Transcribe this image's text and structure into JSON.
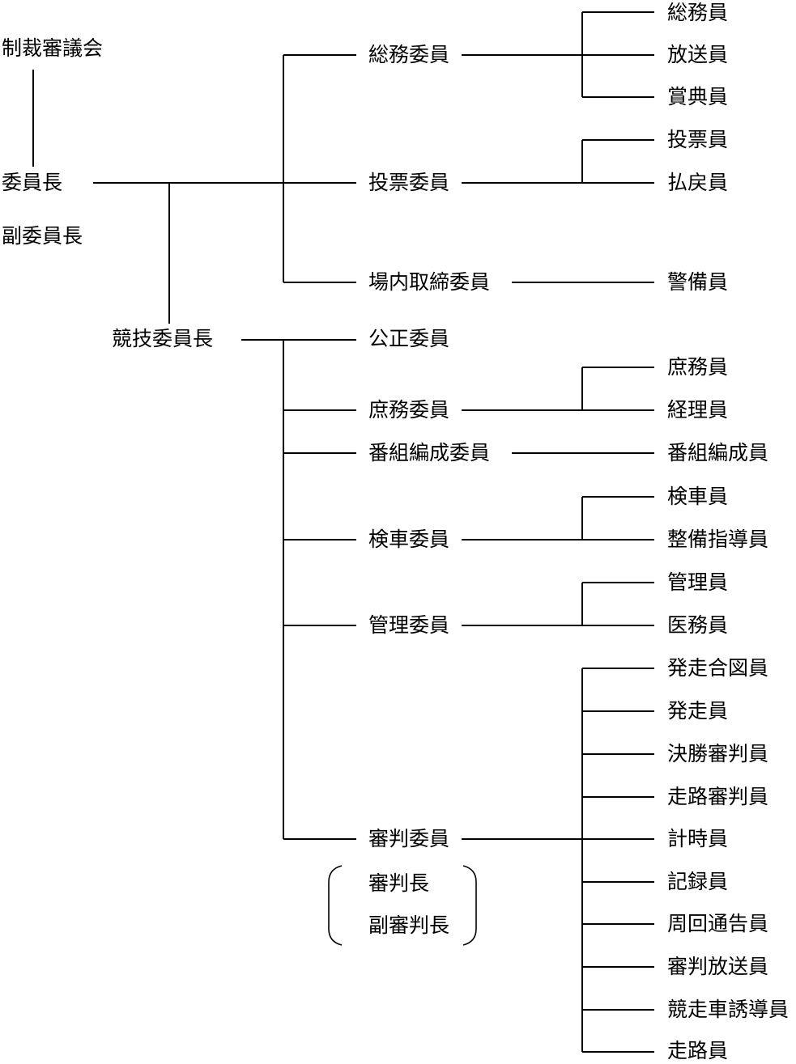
{
  "top": {
    "council": "制裁審議会",
    "chair": "委員長",
    "vice_chair": "副委員長",
    "race_chair": "競技委員長"
  },
  "committees": {
    "general_affairs": {
      "label": "総務委員",
      "staff": [
        "総務員",
        "放送員",
        "賞典員"
      ]
    },
    "voting": {
      "label": "投票委員",
      "staff": [
        "投票員",
        "払戻員"
      ]
    },
    "venue_control": {
      "label": "場内取締委員",
      "staff": [
        "警備員"
      ]
    },
    "fairness": {
      "label": "公正委員"
    },
    "administration": {
      "label": "庶務委員",
      "staff": [
        "庶務員",
        "経理員"
      ]
    },
    "program": {
      "label": "番組編成委員",
      "staff": [
        "番組編成員"
      ]
    },
    "inspection": {
      "label": "検車委員",
      "staff": [
        "検車員",
        "整備指導員"
      ]
    },
    "management": {
      "label": "管理委員",
      "staff": [
        "管理員",
        "医務員"
      ]
    },
    "judging": {
      "label": "審判委員",
      "head": "審判長",
      "deputy_head": "副審判長",
      "staff": [
        "発走合図員",
        "発走員",
        "決勝審判員",
        "走路審判員",
        "計時員",
        "記録員",
        "周回通告員",
        "審判放送員",
        "競走車誘導員",
        "走路員"
      ]
    }
  }
}
